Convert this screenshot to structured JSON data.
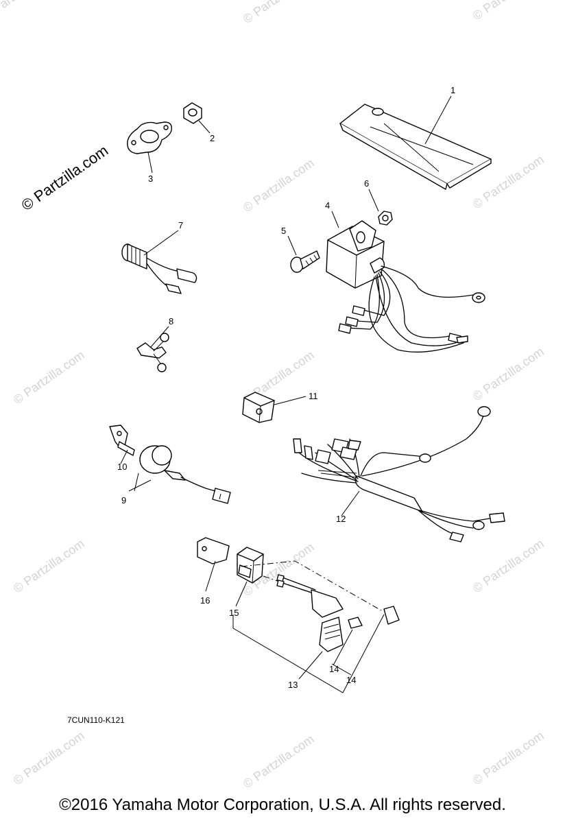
{
  "watermark": {
    "main": "© Partzilla.com",
    "repeat": "© Partzilla.com"
  },
  "callouts": [
    "1",
    "2",
    "3",
    "4",
    "5",
    "6",
    "7",
    "8",
    "9",
    "10",
    "11",
    "12",
    "13",
    "14",
    "14",
    "15",
    "16"
  ],
  "diagram_code": "7CUN110-K121",
  "copyright": "©2016  Yamaha Motor Corporation, U.S.A. All rights reserved."
}
